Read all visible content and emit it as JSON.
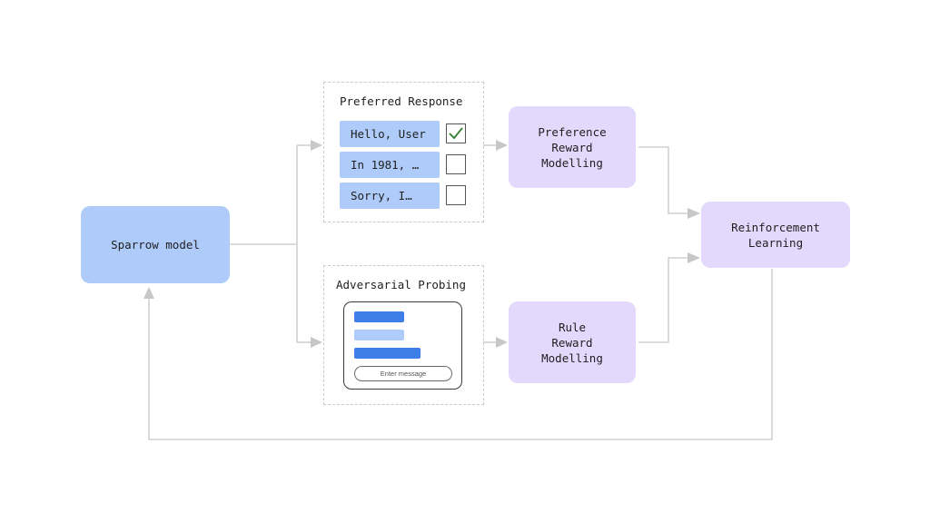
{
  "nodes": {
    "sparrow": "Sparrow model",
    "preference": "Preference\nReward\nModelling",
    "rule": "Rule\nReward\nModelling",
    "rl": "Reinforcement\nLearning"
  },
  "preferred_panel": {
    "title": "Preferred Response",
    "responses": [
      {
        "text": "Hello, User",
        "checked": true
      },
      {
        "text": "In 1981, …",
        "checked": false
      },
      {
        "text": "Sorry, I…",
        "checked": false
      }
    ]
  },
  "adversarial_panel": {
    "title": "Adversarial Probing",
    "input_placeholder": "Enter message"
  },
  "colors": {
    "blue_box": "#aecbfa",
    "purple_box": "#e2d9fc",
    "chat_bar_dark": "#3f7ee8",
    "chat_bar_light": "#aecbfa",
    "connector": "#c7c7c7",
    "check": "#2e7d32"
  }
}
